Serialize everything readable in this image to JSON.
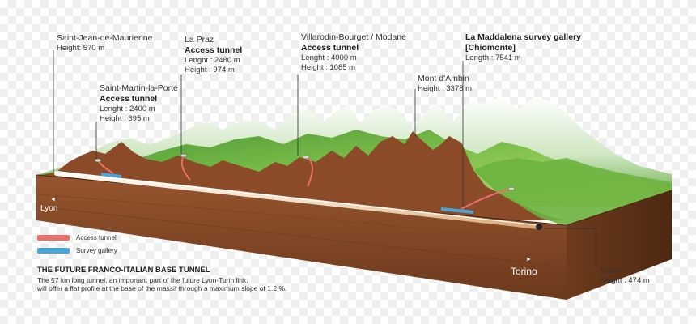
{
  "labels": {
    "saint_jean": {
      "name": "Saint-Jean-de-Maurienne",
      "height": "Height: 570 m"
    },
    "saint_martin": {
      "name": "Saint-Martin-la-Porte",
      "type": "Access tunnel",
      "length": "Lenght : 2400 m",
      "height": "Height : 695 m"
    },
    "la_praz": {
      "name": "La Praz",
      "type": "Access tunnel",
      "length": "Lenght : 2480 m",
      "height": "Height : 974 m"
    },
    "villarodin": {
      "name": "Villarodin-Bourget / Modane",
      "type": "Access tunnel",
      "length": "Lenght : 4000 m",
      "height": "Height : 1085 m"
    },
    "mont_dambin": {
      "name": "Mont d'Ambin",
      "height": "Height : 3378 m"
    },
    "la_maddalena": {
      "name": "La Maddalena survey gallery",
      "name2": "[Chiomonte]",
      "length": "Length : 7541 m"
    },
    "susa": {
      "name": "Susa",
      "height": "Height : 474 m"
    }
  },
  "cities": {
    "lyon": "Lyon",
    "torino": "Torino"
  },
  "legend": {
    "access_tunnel": "Access tunnel",
    "survey_gallery": "Survey gallery"
  },
  "footer": {
    "title": "THE FUTURE FRANCO-ITALIAN BASE TUNNEL",
    "line1": "The 57 km long tunnel, an important part of the future Lyon-Turin link,",
    "line2": "will offer a flat profile at the base of the massif through a maximum slope of 1.2 %."
  },
  "colors": {
    "access_tunnel": "#e8706a",
    "survey_gallery": "#4aa6d9",
    "earth": "#8b4f2c",
    "earth_dark": "#5e3319",
    "vegetation": "#5fa83c"
  }
}
